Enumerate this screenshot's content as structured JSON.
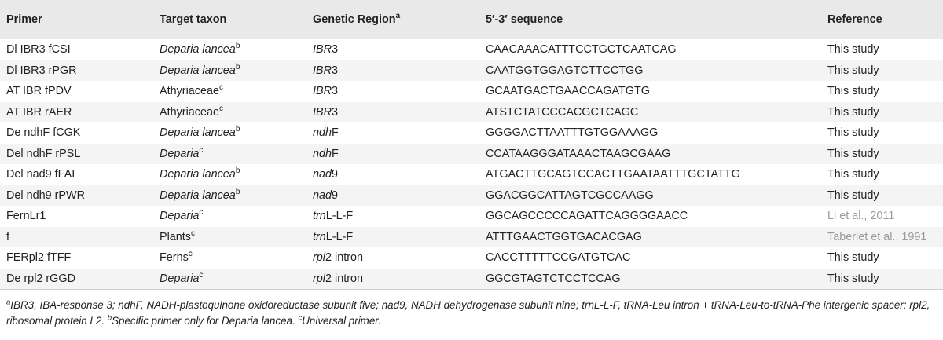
{
  "headers": {
    "primer": "Primer",
    "target": "Target taxon",
    "region": "Genetic Region",
    "region_sup": "a",
    "sequence": "5′-3′ sequence",
    "reference": "Reference"
  },
  "rows": [
    {
      "primer": "Dl IBR3 fCSI",
      "taxon": "Deparia lancea",
      "taxon_italic": true,
      "taxon_sup": "b",
      "region_it": "IBR",
      "region_rest": "3",
      "sequence": "CAACAAACATTTCCTGCTCAATCAG",
      "reference": "This study",
      "ref_link": false
    },
    {
      "primer": "Dl IBR3 rPGR",
      "taxon": "Deparia lancea",
      "taxon_italic": true,
      "taxon_sup": "b",
      "region_it": "IBR",
      "region_rest": "3",
      "sequence": "CAATGGTGGAGTCTTCCTGG",
      "reference": "This study",
      "ref_link": false
    },
    {
      "primer": "AT IBR fPDV",
      "taxon": "Athyriaceae",
      "taxon_italic": false,
      "taxon_sup": "c",
      "region_it": "IBR",
      "region_rest": "3",
      "sequence": "GCAATGACTGAACCAGATGTG",
      "reference": "This study",
      "ref_link": false
    },
    {
      "primer": "AT IBR rAER",
      "taxon": "Athyriaceae",
      "taxon_italic": false,
      "taxon_sup": "c",
      "region_it": "IBR",
      "region_rest": "3",
      "sequence": "ATSTCTATCCCACGCTCAGC",
      "reference": "This study",
      "ref_link": false
    },
    {
      "primer": "De ndhF fCGK",
      "taxon": "Deparia lancea",
      "taxon_italic": true,
      "taxon_sup": "b",
      "region_it": "ndh",
      "region_rest": "F",
      "sequence": "GGGGACTTAATTTGTGGAAAGG",
      "reference": "This study",
      "ref_link": false
    },
    {
      "primer": "Del ndhF rPSL",
      "taxon": "Deparia",
      "taxon_italic": true,
      "taxon_sup": "c",
      "region_it": "ndh",
      "region_rest": "F",
      "sequence": "CCATAAGGGATAAACTAAGCGAAG",
      "reference": "This study",
      "ref_link": false
    },
    {
      "primer": "Del nad9 fFAI",
      "taxon": "Deparia lancea",
      "taxon_italic": true,
      "taxon_sup": "b",
      "region_it": "nad",
      "region_rest": "9",
      "sequence": "ATGACTTGCAGTCCACTTGAATAATTTGCTATTG",
      "reference": "This study",
      "ref_link": false
    },
    {
      "primer": "Del ndh9 rPWR",
      "taxon": "Deparia lancea",
      "taxon_italic": true,
      "taxon_sup": "b",
      "region_it": "nad",
      "region_rest": "9",
      "sequence": "GGACGGCATTAGTCGCCAAGG",
      "reference": "This study",
      "ref_link": false
    },
    {
      "primer": "FernLr1",
      "taxon": "Deparia",
      "taxon_italic": true,
      "taxon_sup": "c",
      "region_it": "trn",
      "region_rest": "L-L-F",
      "sequence": "GGCAGCCCCCAGATTCAGGGGAACC",
      "reference": "Li et al., 2011",
      "ref_link": true
    },
    {
      "primer": "f",
      "taxon": "Plants",
      "taxon_italic": false,
      "taxon_sup": "c",
      "region_it": "trn",
      "region_rest": "L-L-F",
      "sequence": "ATTTGAACTGGTGACACGAG",
      "reference": "Taberlet et al., 1991",
      "ref_link": true
    },
    {
      "primer": "FERpl2 fTFF",
      "taxon": "Ferns",
      "taxon_italic": false,
      "taxon_sup": "c",
      "region_it": "rpl",
      "region_rest": "2 intron",
      "sequence": "CACCTTTTTCCGATGTCAC",
      "reference": "This study",
      "ref_link": false
    },
    {
      "primer": "De rpl2 rGGD",
      "taxon": "Deparia",
      "taxon_italic": true,
      "taxon_sup": "c",
      "region_it": "rpl",
      "region_rest": "2 intron",
      "sequence": "GGCGTAGTCTCCTCCAG",
      "reference": "This study",
      "ref_link": false
    }
  ],
  "footnote": {
    "a_sup": "a",
    "a_text": "IBR3, IBA-response 3; ndhF, NADH-plastoquinone oxidoreductase subunit five; nad9, NADH dehydrogenase subunit nine; trnL-L-F, tRNA-Leu intron + tRNA-Leu-to-tRNA-Phe intergenic spacer; rpl2, ribosomal protein L2.",
    "b_sup": "b",
    "b_text": "Specific primer only for Deparia lancea.",
    "c_sup": "c",
    "c_text": "Universal primer."
  }
}
